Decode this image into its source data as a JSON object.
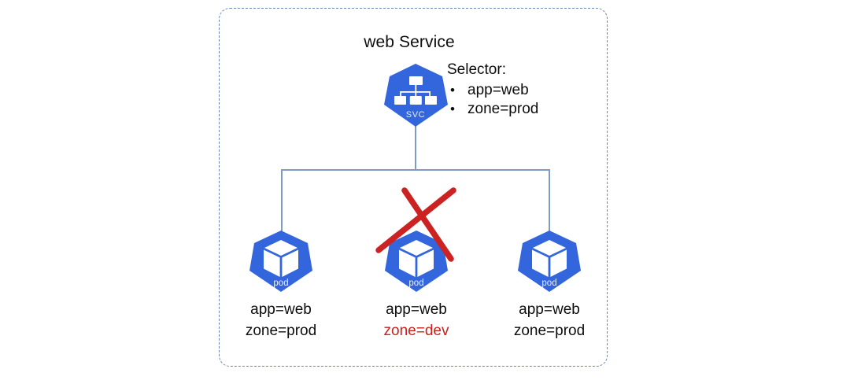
{
  "diagram": {
    "title": "web Service",
    "service": {
      "icon_label": "SVC",
      "icon_name": "kubernetes-service-icon",
      "selector_heading": "Selector:",
      "selector_bullet_glyph": "•",
      "selector_items": [
        "app=web",
        "zone=prod"
      ]
    },
    "pods": [
      {
        "icon_label": "pod",
        "label_line1": "app=web",
        "label_line2": "zone=prod",
        "matched": true,
        "crossed_out": false
      },
      {
        "icon_label": "pod",
        "label_line1": "app=web",
        "label_line2": "zone=dev",
        "matched": false,
        "crossed_out": true
      },
      {
        "icon_label": "pod",
        "label_line1": "app=web",
        "label_line2": "zone=prod",
        "matched": true,
        "crossed_out": false
      }
    ],
    "colors": {
      "kubernetes_blue": "#326CE5",
      "node_blue": "#3366DD",
      "connector_blue": "#7E9BC6",
      "frame_dashed_blue": "#6B86B8",
      "cross_red": "#CC2222",
      "mismatch_text_red": "#C9211E",
      "text_black": "#0D0D0D",
      "background": "#FFFFFF"
    }
  }
}
